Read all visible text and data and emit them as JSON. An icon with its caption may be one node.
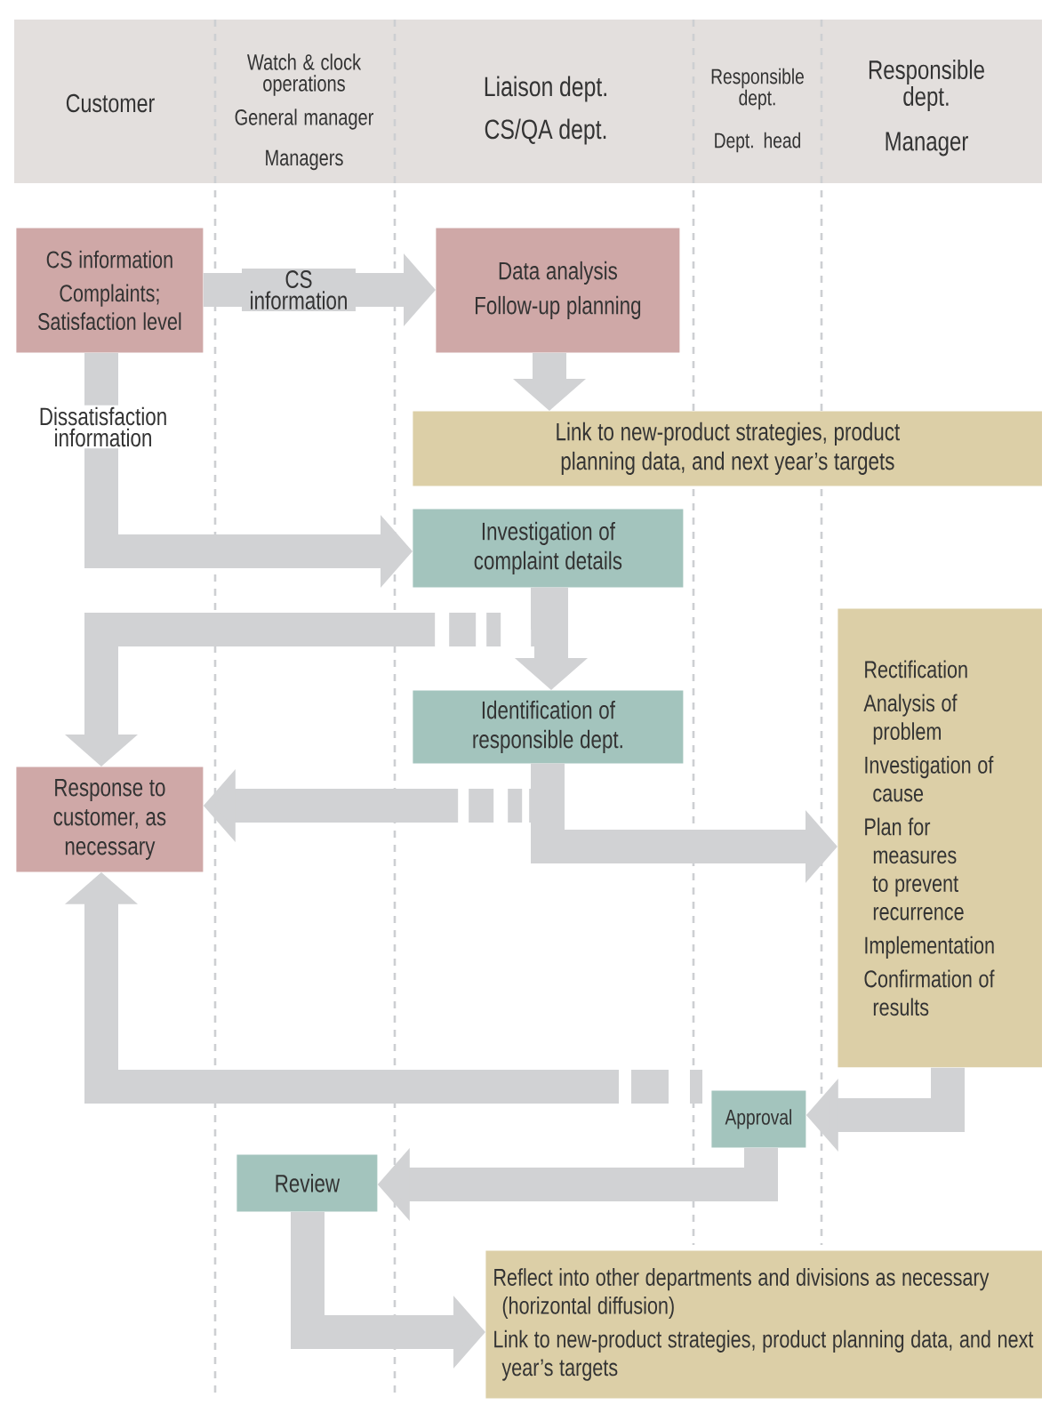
{
  "diagram": {
    "nodes": [
      {
        "text": [
          "CS information",
          "Complaints; Satisfaction level"
        ]
      },
      {
        "text": [
          "Data analysis",
          "Follow-up planning"
        ]
      },
      {
        "text": [
          "Link to new-product strategies, product planning data, and next year’s targets"
        ]
      },
      {
        "text": [
          "Investigation of complaint details"
        ]
      },
      {
        "text": [
          "Identification of responsible dept."
        ]
      },
      {
        "text": [
          "Response to customer, as necessary"
        ]
      },
      {
        "text": [
          "Rectification",
          "Analysis of problem",
          "Investigation of cause",
          "Plan for measures to prevent recurrence",
          "Implementation",
          "Confirmation of results"
        ]
      },
      {
        "text": [
          "Approval"
        ]
      },
      {
        "text": [
          "Review"
        ]
      },
      {
        "text": [
          "Reflect into other departments and divisions as necessary (horizontal diffusion)",
          "Link to new-product strategies, product planning data, and next year’s targets"
        ]
      }
    ],
    "edges": [
      {
        "from": 0,
        "to": 1,
        "arrow": "to",
        "label": "CS information"
      },
      {
        "from": 1,
        "to": 2,
        "arrow": "to"
      },
      {
        "from": 0,
        "to": 3,
        "arrow": "to",
        "label": "Dissatisfaction information"
      },
      {
        "from": 3,
        "to": 4,
        "arrow": "to"
      },
      {
        "from": 3,
        "to": 5,
        "arrow": "to",
        "style": "dashed"
      },
      {
        "from": 4,
        "to": 5,
        "arrow": "to",
        "style": "dashed"
      },
      {
        "from": 4,
        "to": 6,
        "arrow": "to"
      },
      {
        "from": 6,
        "to": 7,
        "arrow": "to"
      },
      {
        "from": 7,
        "to": 5,
        "arrow": "to",
        "style": "dashed"
      },
      {
        "from": 7,
        "to": 8,
        "arrow": "to"
      },
      {
        "from": 8,
        "to": 9,
        "arrow": "to"
      }
    ],
    "labels": [
      "Customer",
      "Watch & clock operations",
      "General manager",
      "Managers",
      "Liaison dept.",
      "CS/QA dept.",
      "Responsible dept.",
      "Dept. head",
      "Responsible dept.",
      "Manager"
    ]
  }
}
